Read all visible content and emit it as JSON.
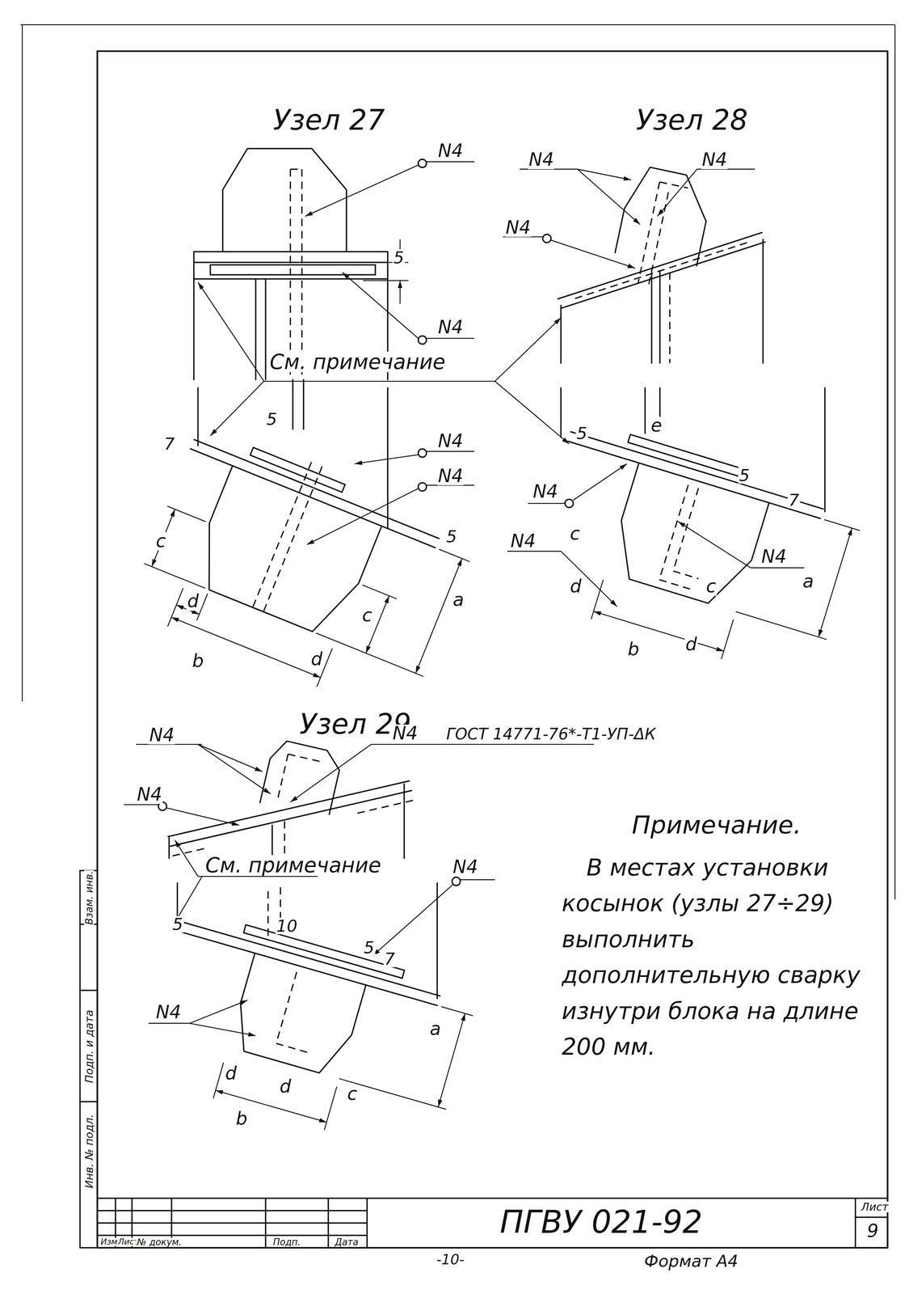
{
  "diagram": {
    "labels": [
      "Узел 27",
      "Узел 28",
      "N4",
      "5",
      "N4",
      "См. примечание",
      "7",
      "5",
      "N4",
      "N4",
      "5",
      "c",
      "d",
      "c",
      "a",
      "b",
      "d",
      "N4",
      "N4",
      "N4",
      "e",
      "5",
      "5",
      "7",
      "N4",
      "N4",
      "c",
      "N4",
      "c",
      "a",
      "d",
      "b",
      "d",
      "Узел 29",
      "N4",
      "N4",
      "ГОСТ 14771-76*-Т1-УП-ΔК",
      "N4",
      "Примечание.",
      "В местах установки косынок (узлы 27÷29) выполнить дополнительную сварку изнутри блока на длине 200 мм.",
      "См. примечание",
      "N4",
      "5",
      "10",
      "5",
      "7",
      "N4",
      "a",
      "d",
      "d",
      "c",
      "b",
      "Взам. инв.",
      "Подп. и дата",
      "Инв. № подл.",
      "Изм.",
      "Лист",
      "№ докум.",
      "Подп.",
      "Дата",
      "ПГВУ 021-92",
      "Лист",
      "9",
      "-10-",
      "Формат А4"
    ]
  }
}
